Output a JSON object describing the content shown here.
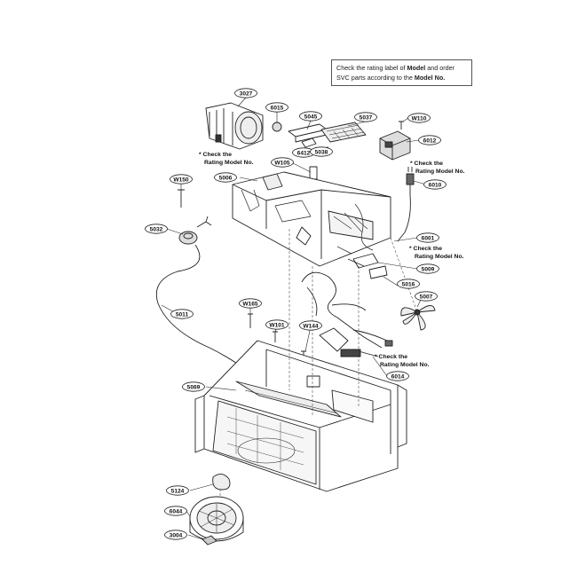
{
  "note": {
    "line1_pre": "Check the rating label of ",
    "line1_bold": "Model",
    "line1_post": " and order",
    "line2_pre": "SVC parts according to the ",
    "line2_bold": "Model No."
  },
  "parts": [
    {
      "id": "p3027",
      "label": "3027"
    },
    {
      "id": "p6015",
      "label": "6015"
    },
    {
      "id": "p5045",
      "label": "5045"
    },
    {
      "id": "p5037",
      "label": "5037"
    },
    {
      "id": "pW110",
      "label": "W110"
    },
    {
      "id": "p6012",
      "label": "6012"
    },
    {
      "id": "p6412",
      "label": "6412"
    },
    {
      "id": "p5038",
      "label": "5038"
    },
    {
      "id": "pW105",
      "label": "W105"
    },
    {
      "id": "p5006",
      "label": "5006"
    },
    {
      "id": "pW150",
      "label": "W150"
    },
    {
      "id": "p6010",
      "label": "6010"
    },
    {
      "id": "p5032",
      "label": "5032"
    },
    {
      "id": "p6001",
      "label": "6001"
    },
    {
      "id": "p5009",
      "label": "5009"
    },
    {
      "id": "p5016",
      "label": "5016"
    },
    {
      "id": "p5007",
      "label": "5007"
    },
    {
      "id": "p5011",
      "label": "5011"
    },
    {
      "id": "pW165",
      "label": "W165"
    },
    {
      "id": "pW101",
      "label": "W101"
    },
    {
      "id": "pW144",
      "label": "W144"
    },
    {
      "id": "p6014",
      "label": "6014"
    },
    {
      "id": "p5069",
      "label": "5069"
    },
    {
      "id": "p5124",
      "label": "5124"
    },
    {
      "id": "p6044",
      "label": "6044"
    },
    {
      "id": "p3004",
      "label": "3004"
    }
  ],
  "check_notes": [
    {
      "id": "c1",
      "line1": "* Check the",
      "line2": "Rating Model No."
    },
    {
      "id": "c2",
      "line1": "* Check the",
      "line2": "Rating Model No."
    },
    {
      "id": "c3",
      "line1": "* Check the",
      "line2": "Rating Model No."
    },
    {
      "id": "c4",
      "line1": "* Check the",
      "line2": "Rating Model No."
    }
  ]
}
